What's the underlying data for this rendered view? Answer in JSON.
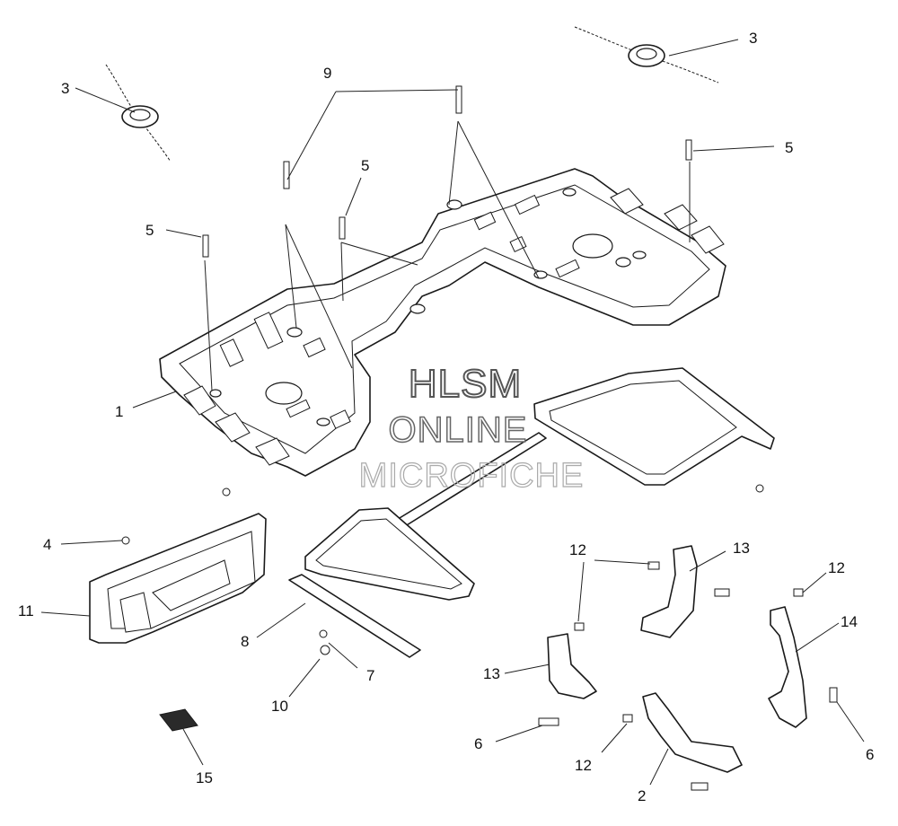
{
  "watermark": {
    "line1": "HLSM",
    "line2": "ONLINE",
    "line3": "MICROFICHE"
  },
  "callouts": {
    "c1": "1",
    "c2": "2",
    "c3a": "3",
    "c3b": "3",
    "c4": "4",
    "c5a": "5",
    "c5b": "5",
    "c5c": "5",
    "c6a": "6",
    "c6b": "6",
    "c7": "7",
    "c8": "8",
    "c9": "9",
    "c10": "10",
    "c11": "11",
    "c12a": "12",
    "c12b": "12",
    "c12c": "12",
    "c13a": "13",
    "c13b": "13",
    "c14": "14",
    "c15": "15"
  }
}
